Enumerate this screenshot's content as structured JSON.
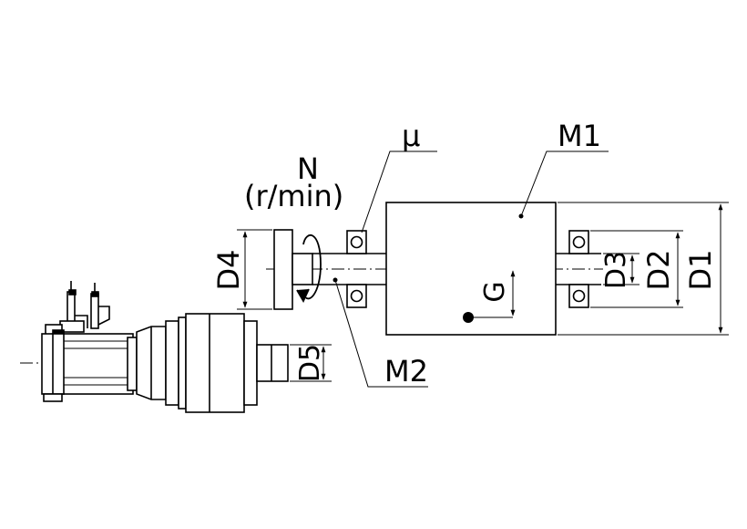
{
  "labels": {
    "mu": "μ",
    "m1": "M1",
    "m2": "M2",
    "n": "N",
    "unit": "(r/min)",
    "d1": "D1",
    "d2": "D2",
    "d3": "D3",
    "d4": "D4",
    "d5": "D5",
    "g": "G"
  },
  "colors": {
    "line": "#000000",
    "background": "#ffffff"
  }
}
